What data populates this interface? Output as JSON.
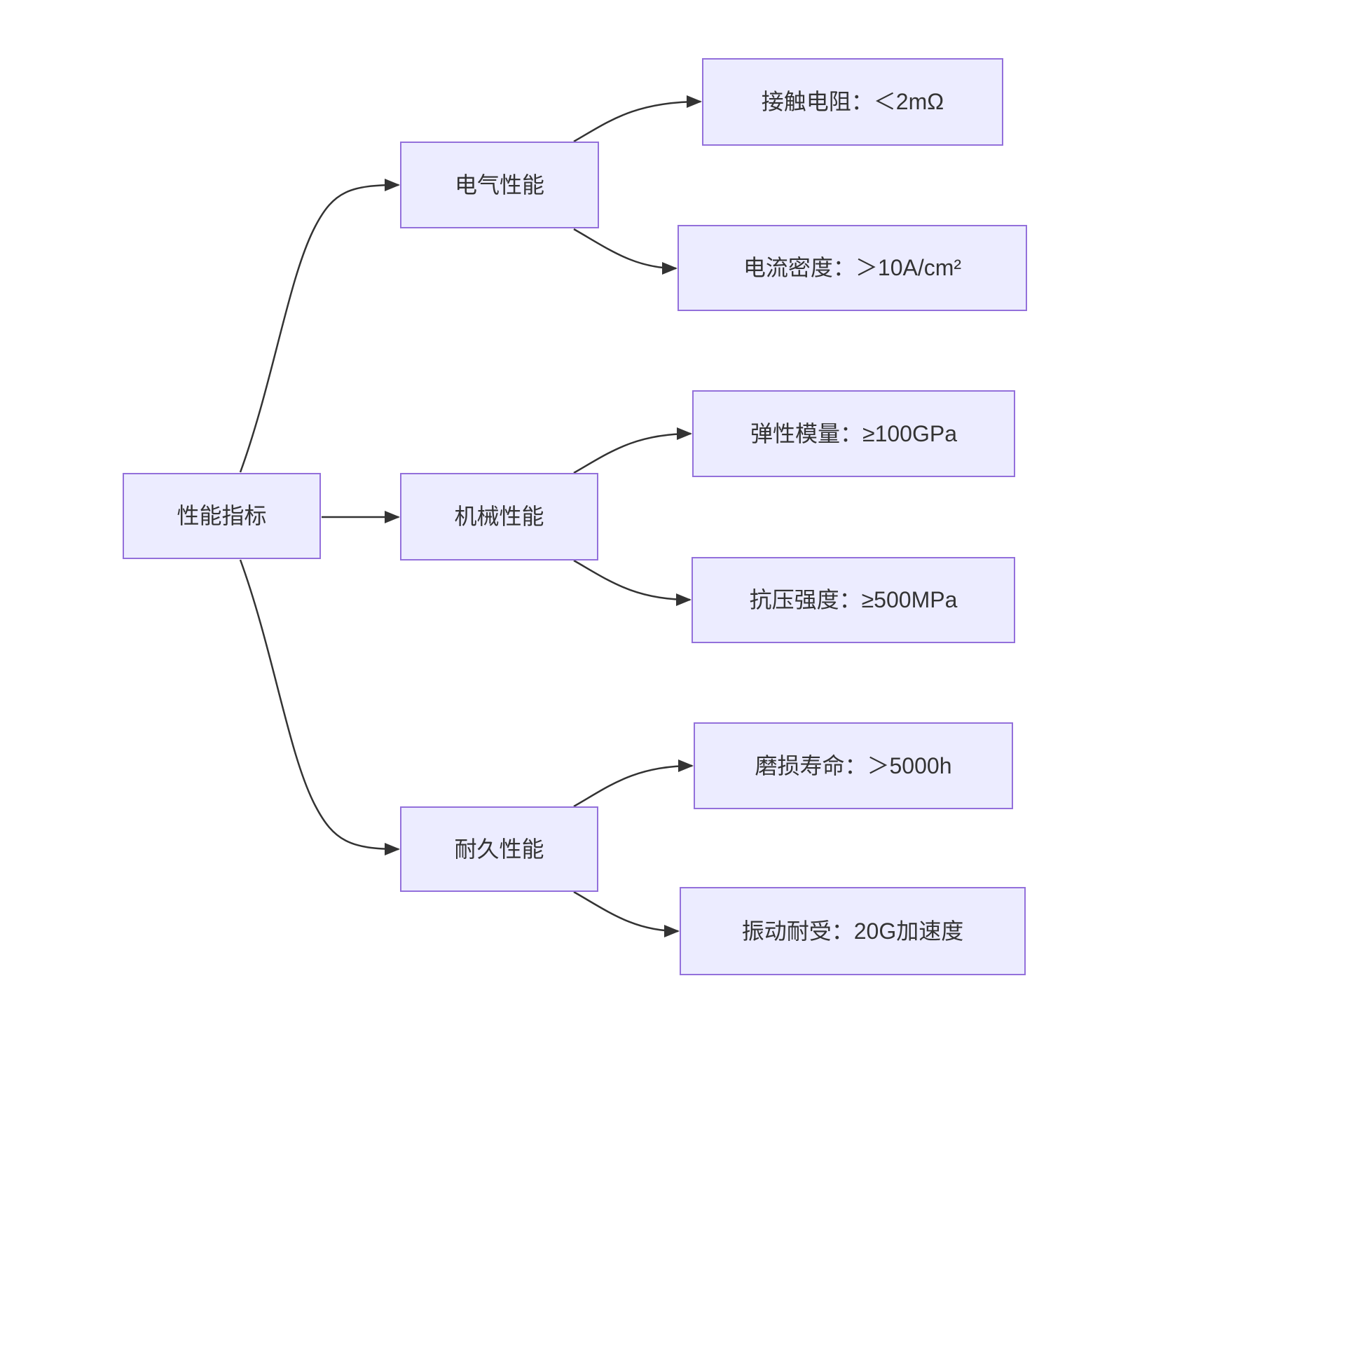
{
  "diagram": {
    "type": "flowchart-left-to-right",
    "root": {
      "label": "性能指标"
    },
    "branches": [
      {
        "label": "电气性能",
        "leaves": [
          {
            "label": "接触电阻：＜2mΩ"
          },
          {
            "label": "电流密度：＞10A/cm²"
          }
        ]
      },
      {
        "label": "机械性能",
        "leaves": [
          {
            "label": "弹性模量：≥100GPa"
          },
          {
            "label": "抗压强度：≥500MPa"
          }
        ]
      },
      {
        "label": "耐久性能",
        "leaves": [
          {
            "label": "磨损寿命：＞5000h"
          },
          {
            "label": "振动耐受：20G加速度"
          }
        ]
      }
    ],
    "colors": {
      "node_fill": "#ECECFF",
      "node_border": "#9370DB",
      "edge": "#333333",
      "text": "#333333",
      "background": "#FFFFFF"
    }
  }
}
